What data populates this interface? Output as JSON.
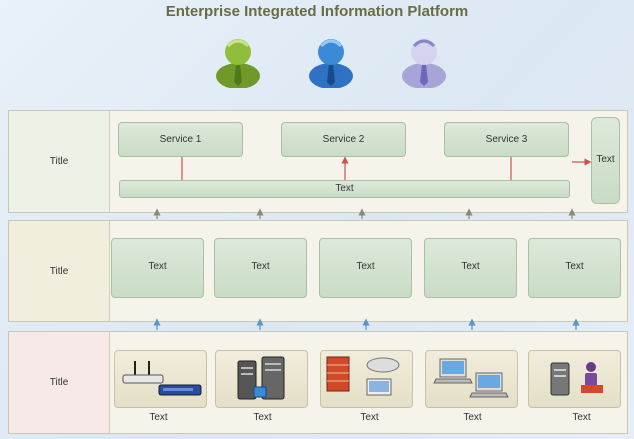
{
  "title": "Enterprise Integrated Information Platform",
  "icons": [
    "user-green-icon",
    "user-blue-icon",
    "user-purple-icon",
    "wireless-router-icon",
    "server-rack-icon",
    "firewall-computer-icon",
    "networked-laptops-icon",
    "server-user-icon"
  ],
  "colors": {
    "title": "#6b6b45",
    "red_arrow": "#d05050",
    "blue_arrow": "#5a94c8",
    "gray_arrow": "#8a8a7a"
  },
  "top_band": {
    "label": "Title",
    "services": [
      "Service 1",
      "Service 2",
      "Service 3"
    ],
    "bar_text": "Text",
    "side_text": "Text"
  },
  "middle_band": {
    "label": "Title",
    "boxes": [
      "Text",
      "Text",
      "Text",
      "Text",
      "Text"
    ]
  },
  "bottom_band": {
    "label": "Title",
    "devices": [
      "Text",
      "Text",
      "Text",
      "Text",
      "Text"
    ]
  }
}
